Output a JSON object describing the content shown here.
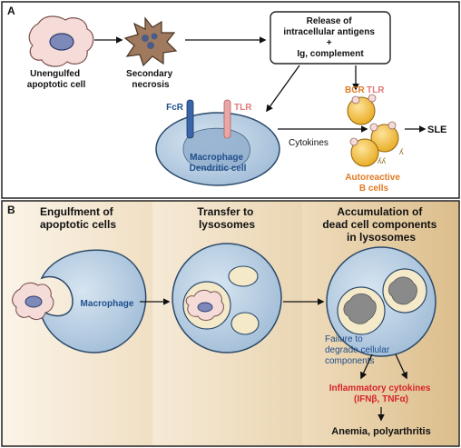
{
  "panel_a": {
    "letter": "A",
    "unengulfed": [
      "Unengulfed",
      "apoptotic cell"
    ],
    "secondary": [
      "Secondary",
      "necrosis"
    ],
    "release": [
      "Release of",
      "intracellular antigens",
      "+",
      "Ig, complement"
    ],
    "fcr": "FcR",
    "tlr_macrophage": "TLR",
    "macrophage": [
      "Macrophage",
      "Dendritic cell"
    ],
    "cytokines": "Cytokines",
    "bcr": "BCR",
    "tlr_bcell": "TLR",
    "sle": "SLE",
    "autoreactive": [
      "Autoreactive",
      "B cells"
    ]
  },
  "panel_b": {
    "letter": "B",
    "engulfment": [
      "Engulfment of",
      "apoptotic cells"
    ],
    "transfer": [
      "Transfer to",
      "lysosomes"
    ],
    "accumulation": [
      "Accumulation of",
      "dead cell components",
      "in lysosomes"
    ],
    "macrophage": "Macrophage",
    "failure": [
      "Failure to",
      "degrade cellular",
      "components"
    ],
    "inflammatory": [
      "Inflammatory cytokines",
      "(IFNβ, TNFα)"
    ],
    "outcome": "Anemia, polyarthritis"
  },
  "colors": {
    "cell_fill": "#b9cfe3",
    "cell_stroke": "#2b4a6b",
    "nucleus_fill": "#6f8fb4",
    "apoptotic_fill": "#f6dcd8",
    "necrotic_fill": "#a07a5e",
    "bcell_fill": "#f2c12f",
    "blue_text": "#1f4e8c",
    "orange_text": "#e07b22",
    "red_text": "#d8232a",
    "pink_text": "#e07a7a",
    "panel_b_bg": "#f2e4cc"
  }
}
